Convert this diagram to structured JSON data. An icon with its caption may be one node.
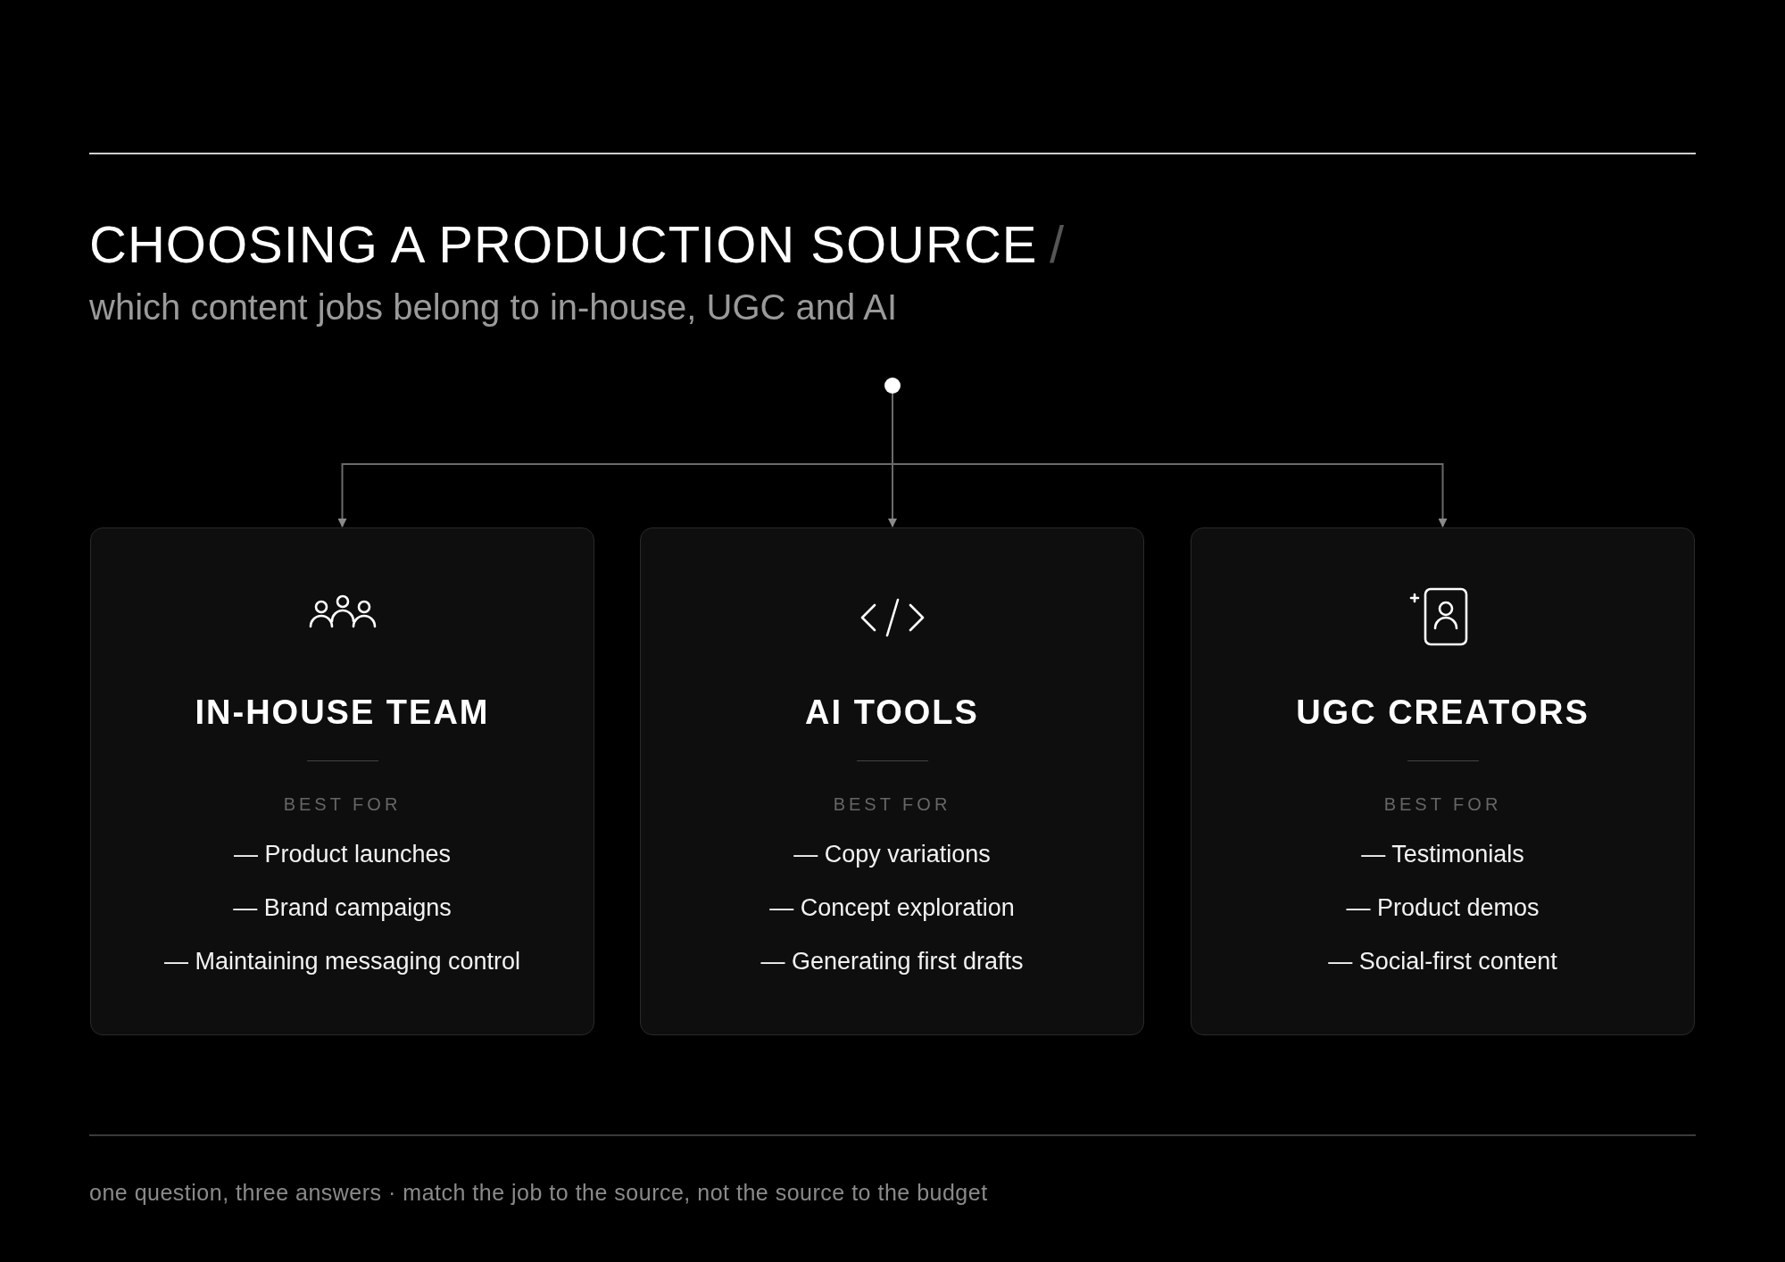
{
  "diagram": {
    "title": "CHOOSING A PRODUCTION SOURCE",
    "nodes": [
      {
        "text": [],
        "shape": "circle"
      },
      {
        "text": [
          "IN-HOUSE TEAM",
          "BEST FOR",
          "— Product launches",
          "— Brand campaigns",
          "— Maintaining messaging control"
        ]
      },
      {
        "text": [
          "AI TOOLS",
          "BEST FOR",
          "— Copy variations",
          "— Concept exploration",
          "— Generating first drafts"
        ]
      },
      {
        "text": [
          "UGC CREATORS",
          "BEST FOR",
          "— Testimonials",
          "— Product demos",
          "— Social-first content"
        ]
      }
    ],
    "edges": [
      {
        "from": 0,
        "to": 1,
        "arrow": "to"
      },
      {
        "from": 0,
        "to": 2,
        "arrow": "to"
      },
      {
        "from": 0,
        "to": 3,
        "arrow": "to"
      }
    ],
    "labels": [
      "/",
      "which content jobs belong to in-house, UGC and AI",
      "one question, three answers · match the job to the source, not the source to the budget"
    ]
  }
}
